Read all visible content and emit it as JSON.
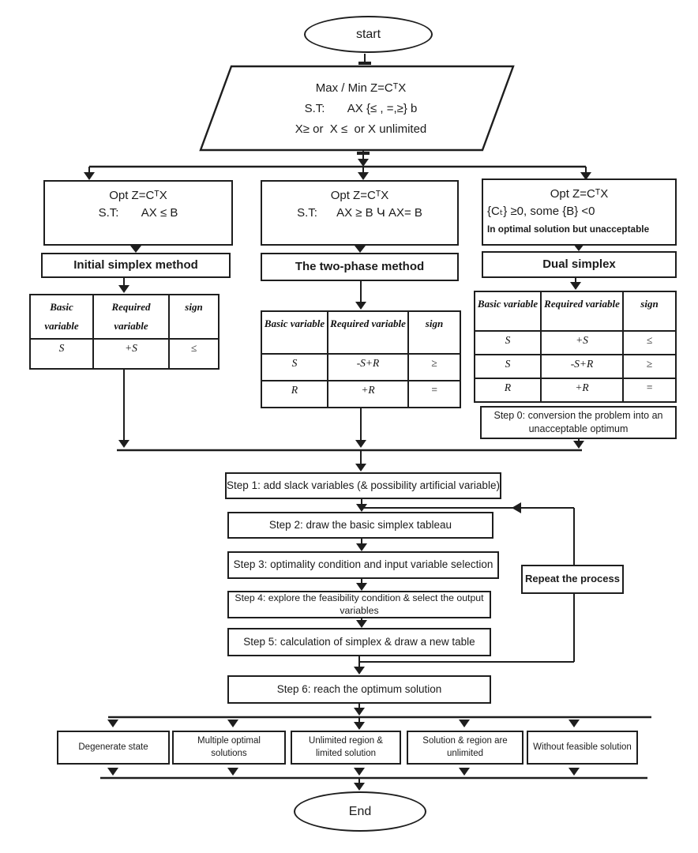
{
  "colors": {
    "ink": "#1b1b1b",
    "background": "#ffffff"
  },
  "terminators": {
    "start": "start",
    "end": "End"
  },
  "problem": {
    "line1": "Max / Min Z=CᵀX",
    "line2": "S.T:       AX {≤ , =,≥} b",
    "line3": "X≥ or  X ≤  or X unlimited"
  },
  "branches": {
    "left": {
      "condition": {
        "line1": "Opt Z=CᵀX",
        "line2": "S.T:       AX ≤ B"
      },
      "method": "Initial simplex method",
      "table": {
        "headers": [
          "Basic variable",
          "Required variable",
          "sign"
        ],
        "rows": [
          [
            "S",
            "+S",
            "≤"
          ]
        ]
      }
    },
    "middle": {
      "condition": {
        "line1": "Opt Z=CᵀX",
        "line2": "S.T:      AX ≥ B Կ AX= B"
      },
      "method": "The two-phase method",
      "table": {
        "headers": [
          "Basic variable",
          "Required variable",
          "sign"
        ],
        "rows": [
          [
            "S",
            "-S+R",
            "≥"
          ],
          [
            "R",
            "+R",
            "="
          ]
        ]
      }
    },
    "right": {
      "condition": {
        "line1": "Opt Z=CᵀX",
        "line2": "{Cₜ} ≥0, some {B} <0",
        "line3": "In optimal solution but unacceptable"
      },
      "method": "Dual simplex",
      "table": {
        "headers": [
          "Basic variable",
          "Required variable",
          "sign"
        ],
        "rows": [
          [
            "S",
            "+S",
            "≤"
          ],
          [
            "S",
            "-S+R",
            "≥"
          ],
          [
            "R",
            "+R",
            "="
          ]
        ]
      },
      "step0": "Step 0: conversion the problem into an unacceptable optimum"
    }
  },
  "steps": [
    "Step 1: add slack variables (& possibility artificial variable)",
    "Step 2: draw the basic simplex tableau",
    "Step 3: optimality condition and input variable selection",
    "Step 4: explore the feasibility condition & select the output variables",
    "Step 5: calculation of simplex & draw a new table",
    "Step 6: reach the optimum solution"
  ],
  "loop": {
    "label": "Repeat the process"
  },
  "outcomes": [
    "Degenerate state",
    "Multiple optimal solutions",
    "Unlimited region & limited solution",
    "Solution & region are unlimited",
    "Without feasible solution"
  ]
}
